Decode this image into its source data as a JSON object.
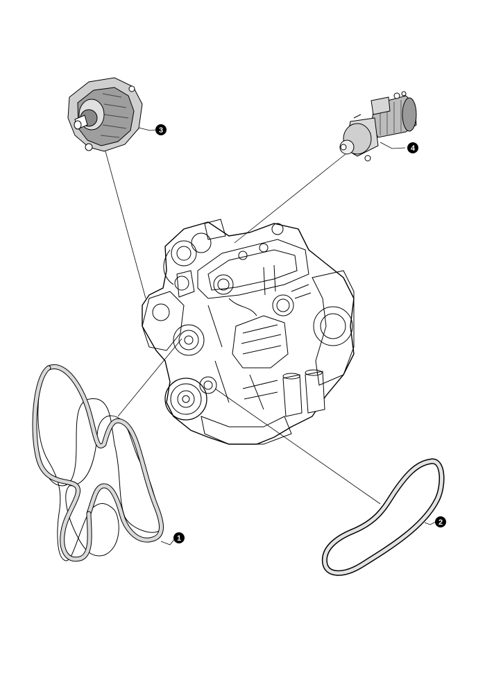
{
  "diagram": {
    "type": "exploded-parts-illustration",
    "parts": [
      {
        "number": "1",
        "name": "poly-v-belt-serpentine"
      },
      {
        "number": "2",
        "name": "poly-v-belt-small"
      },
      {
        "number": "3",
        "name": "alternator"
      },
      {
        "number": "4",
        "name": "starter-motor"
      }
    ],
    "colors": {
      "ink": "#000000",
      "belt_fill": "#d9d9d9",
      "part_shade": "#bfbfbf",
      "background": "#ffffff"
    }
  }
}
